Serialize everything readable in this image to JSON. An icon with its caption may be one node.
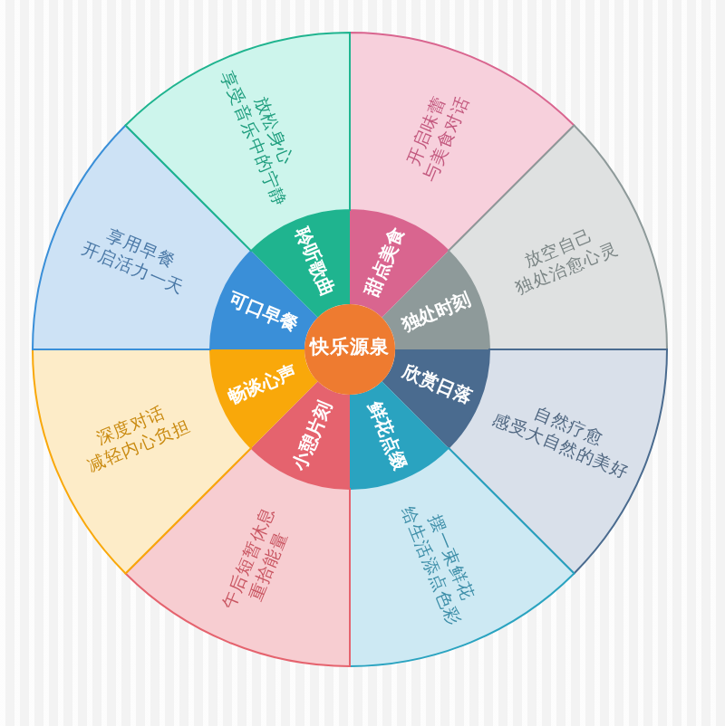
{
  "diagram": {
    "nodes": [
      {
        "text": [
          "快乐源泉"
        ]
      },
      {
        "text": [
          "甜点美食"
        ]
      },
      {
        "text": [
          "独处时刻"
        ]
      },
      {
        "text": [
          "欣赏日落"
        ]
      },
      {
        "text": [
          "鲜花点缀"
        ]
      },
      {
        "text": [
          "小憩片刻"
        ]
      },
      {
        "text": [
          "畅谈心声"
        ]
      },
      {
        "text": [
          "可口早餐"
        ]
      },
      {
        "text": [
          "聆听歌曲"
        ]
      },
      {
        "text": [
          "开启味蕾",
          "与美食对话"
        ]
      },
      {
        "text": [
          "放空自己",
          "独处治愈心灵"
        ]
      },
      {
        "text": [
          "自然疗愈",
          "感受大自然的美好"
        ]
      },
      {
        "text": [
          "摆一束鲜花",
          "给生活添点色彩"
        ]
      },
      {
        "text": [
          "午后短暂休息",
          "重拾能量"
        ]
      },
      {
        "text": [
          "深度对话",
          "减轻内心负担"
        ]
      },
      {
        "text": [
          "享用早餐",
          "开启活力一天"
        ]
      },
      {
        "text": [
          "放松身心",
          "享受音乐中的宁静"
        ]
      }
    ]
  }
}
